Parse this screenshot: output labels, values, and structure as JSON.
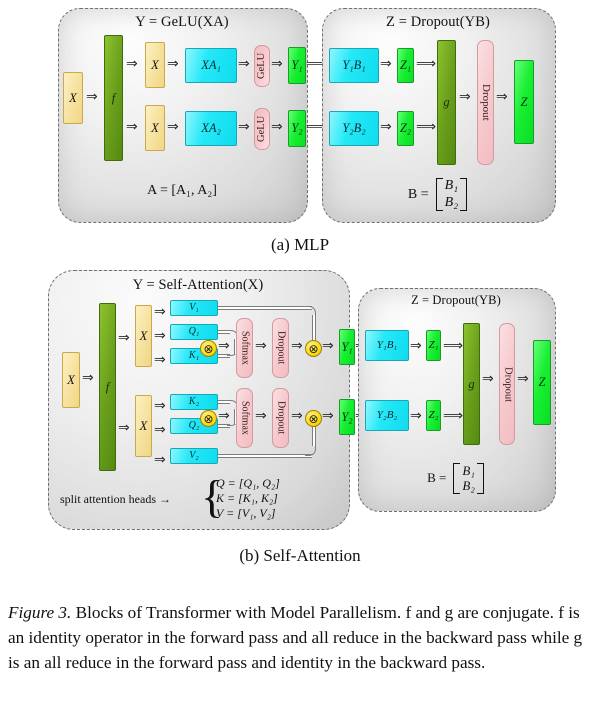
{
  "figure": {
    "label": "Figure 3.",
    "caption_rest": " Blocks of Transformer with Model Parallelism. f and g are conjugate. f is an identity operator in the forward pass and all reduce in the backward pass while g is an all reduce in the forward pass and identity in the backward pass."
  },
  "subcaptions": {
    "a": "(a) MLP",
    "b": "(b) Self-Attention"
  },
  "mlp": {
    "left_panel": {
      "title": "Y = GeLU(XA)",
      "footer": "A = [A₁, A₂]",
      "input": "X",
      "f": "f",
      "rows": [
        {
          "x": "X",
          "mat": "XA₁",
          "act": "GeLU",
          "out": "Y₁"
        },
        {
          "x": "X",
          "mat": "XA₂",
          "act": "GeLU",
          "out": "Y₂"
        }
      ]
    },
    "right_panel": {
      "title": "Z = Dropout(YB)",
      "footer_lhs": "B =",
      "footer_rows": [
        "B₁",
        "B₂"
      ],
      "rows": [
        {
          "mat": "Y₁B₁",
          "out": "Z₁"
        },
        {
          "mat": "Y₂B₂",
          "out": "Z₂"
        }
      ],
      "g": "g",
      "dropout": "Dropout",
      "z": "Z"
    }
  },
  "attention": {
    "left_panel": {
      "title": "Y = Self-Attention(X)",
      "input": "X",
      "f": "f",
      "head1": {
        "x": "X",
        "v": "V₁",
        "q": "Q₁",
        "k": "K₁",
        "softmax": "Softmax",
        "dropout": "Dropout",
        "out": "Y₁",
        "mul1": "⊗",
        "mul2": "⊗"
      },
      "head2": {
        "x": "X",
        "k": "K₂",
        "q": "Q₂",
        "v": "V₂",
        "softmax": "Softmax",
        "dropout": "Dropout",
        "out": "Y₂",
        "mul1": "⊗",
        "mul2": "⊗"
      },
      "split_label": "split attention heads →",
      "split_rows": [
        "Q = [Q₁, Q₂]",
        "K = [K₁, K₂]",
        "V = [V₁, V₂]"
      ]
    },
    "right_panel": {
      "title": "Z = Dropout(YB)",
      "footer_lhs": "B =",
      "footer_rows": [
        "B₁",
        "B₂"
      ],
      "rows": [
        {
          "mat": "Y₁B₁",
          "out": "Z₁"
        },
        {
          "mat": "Y₂B₂",
          "out": "Z₂"
        }
      ],
      "g": "g",
      "dropout": "Dropout",
      "z": "Z"
    }
  },
  "colors": {
    "yellow": "#f7e3a2",
    "dark_green": "#6aa01c",
    "cyan": "#25e8f7",
    "bright_green": "#19ef33",
    "pink": "#f6c9cd",
    "panel_border": "#6f6f6f",
    "otimes": "#ffdc1c"
  },
  "arrow_glyph": "⇒"
}
